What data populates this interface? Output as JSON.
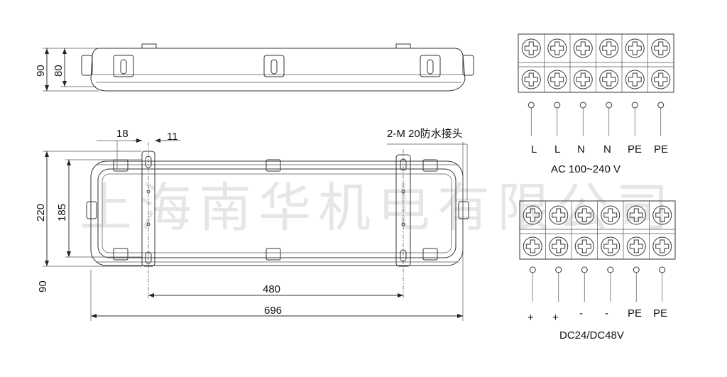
{
  "watermark": "上海南华机电有限公司",
  "side_view": {
    "dim_height_total": "90",
    "dim_height_body": "80"
  },
  "plan_view": {
    "dim_18": "18",
    "dim_11": "11",
    "dim_220": "220",
    "dim_185": "185",
    "dim_90": "90",
    "dim_480": "480",
    "dim_696": "696",
    "connector_note": "2-M 20防水接头"
  },
  "ac_terminal": {
    "labels": [
      "L",
      "L",
      "N",
      "N",
      "PE",
      "PE"
    ],
    "caption": "AC 100~240  V"
  },
  "dc_terminal": {
    "labels": [
      "+",
      "+",
      "-",
      "-",
      "PE",
      "PE"
    ],
    "caption": "DC24/DC48V"
  }
}
